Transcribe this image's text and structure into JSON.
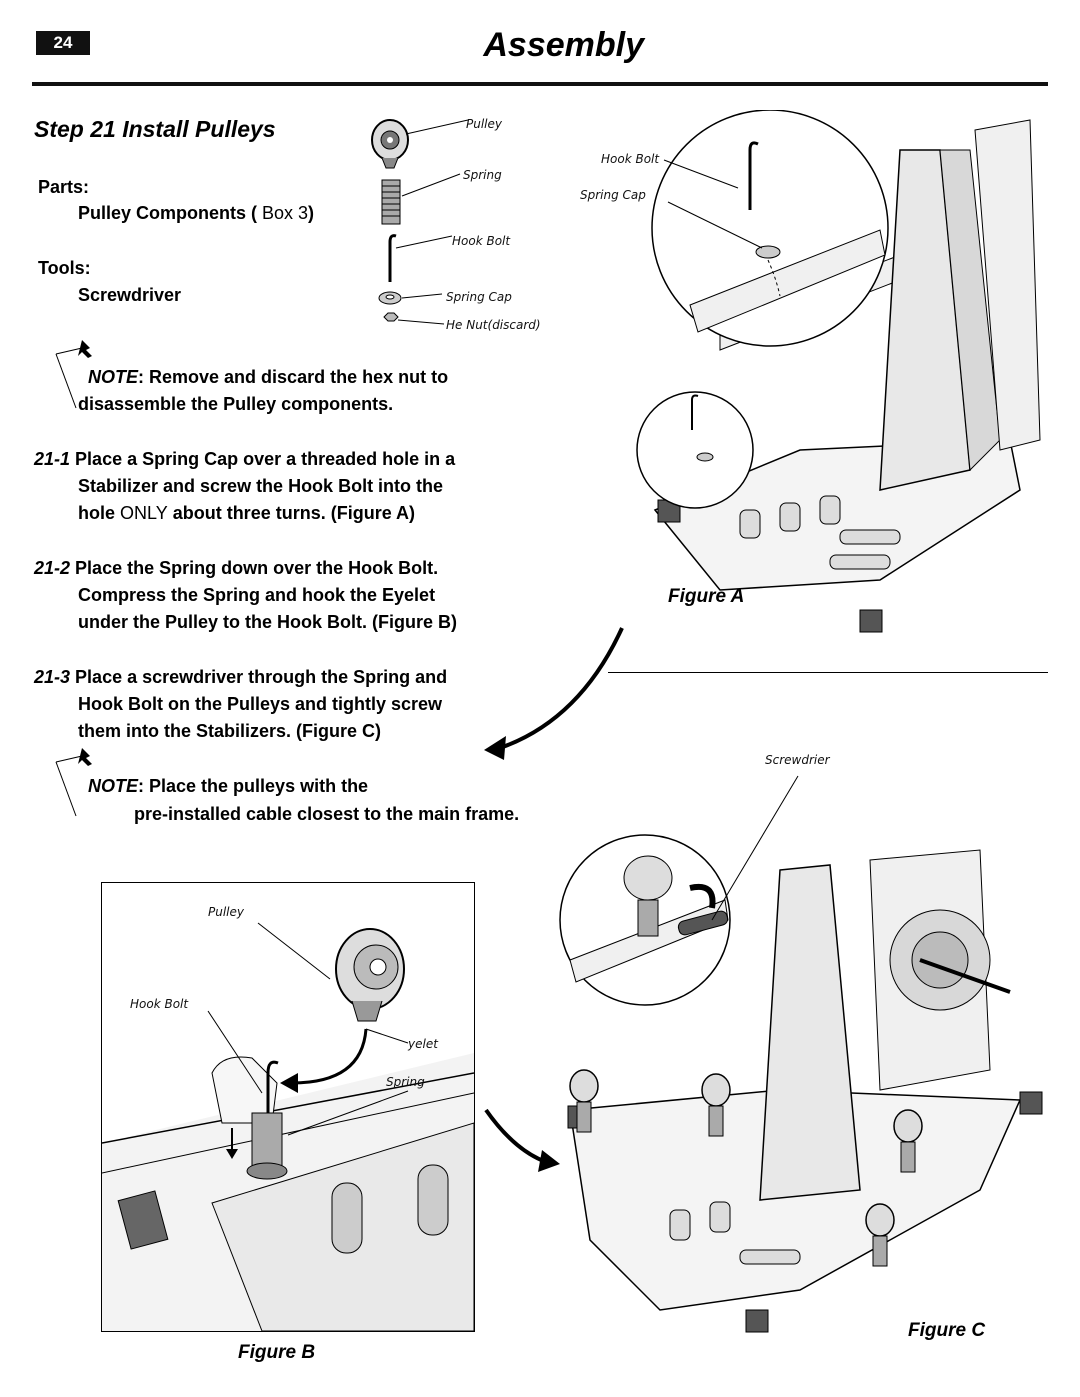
{
  "header": {
    "page_number": "24",
    "title": "Assembly"
  },
  "step": {
    "title": "Step 21  Install Pulleys"
  },
  "parts": {
    "label": "Parts:",
    "item": "Pulley Components (",
    "box": " Box 3",
    "item_end": ")"
  },
  "tools": {
    "label": "Tools:",
    "item": "Screwdriver"
  },
  "legend": {
    "pulley": "Pulley",
    "spring": "Spring",
    "hook_bolt": "Hook Bolt",
    "spring_cap": "Spring Cap",
    "hex_nut": "He Nut(discard)"
  },
  "note1": {
    "prefix": "NOTE",
    "text1": ": Remove and discard the hex nut to",
    "text2": "disassemble the Pulley components."
  },
  "steps": [
    {
      "num": "21-1",
      "lines": [
        "Place a Spring Cap over a threaded hole in a",
        "Stabilizer and screw the Hook Bolt into the",
        "hole ",
        "ONLY",
        " about three turns. (Figure A)"
      ]
    },
    {
      "num": "21-2",
      "lines": [
        "Place the Spring down over the Hook Bolt.",
        "Compress the Spring and hook the Eyelet",
        "under the Pulley to the Hook Bolt. (Figure B)"
      ]
    },
    {
      "num": "21-3",
      "lines": [
        "Place a screwdriver through the Spring and",
        "Hook Bolt on the Pulleys and tightly screw",
        "them into the Stabilizers. (Figure C)"
      ]
    }
  ],
  "note2": {
    "prefix": "NOTE",
    "text1": ": Place the pulleys with the",
    "text2": "pre-installed cable closest to the main frame."
  },
  "figure_a": {
    "caption": "Figure A",
    "hook_bolt": "Hook Bolt",
    "spring_cap": "Spring Cap"
  },
  "figure_b": {
    "caption": "Figure B",
    "pulley": "Pulley",
    "hook_bolt": "Hook Bolt",
    "eyelet": "yelet",
    "spring": "Spring"
  },
  "figure_c": {
    "caption": "Figure C",
    "screwdriver": "Screwdrier"
  }
}
